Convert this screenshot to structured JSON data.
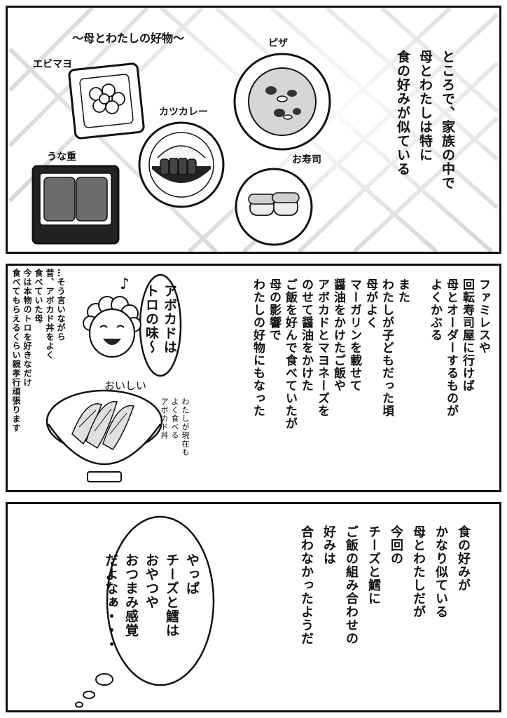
{
  "panel1": {
    "title": "〜母とわたしの好物〜",
    "labels": {
      "ebimayo": "エビマヨ",
      "pizza": "ピザ",
      "katsu_curry": "カツカレー",
      "unaju": "うな重",
      "sushi": "お寿司"
    },
    "narration": "ところで、家族の中で\n母とわたしは特に\n食の好みが似ている"
  },
  "panel2": {
    "narration": "ファミレスや\n回転寿司屋に行けば\n母とオーダーするものが\nよくかぶる\n\nまた\nわたしが子どもだった頃\n母がよく\nマーガリンを載せて\n醤油をかけたご飯や\nアボカドとマヨネーズを\nのせて醤油をかけた\nご飯を好んで食べていたが\n母の影響で\nわたしの好物にもなった",
    "speech": "アボカドは\nトロの味〜",
    "oishii": "おいしい",
    "music_note": "♪",
    "bowl_caption": "わたしが現在も\nよく食べる\nアボカド丼",
    "side_note": "…そう言いながら\n昔、アボカド丼をよく\n食べていた母\n今は本物のトロを好きなだけ\n食べてもらえるくらい親孝行頑張ります"
  },
  "panel3": {
    "narration": "食の好みが\nかなり似ている\n母とわたしだが\n今回の\nチーズと鱈に\nご飯の組み合わせの\n好みは\n合わなかったようだ",
    "thought": "やっぱ\nチーズと鱈は\nおやつや\nおつまみ感覚\nだよなぁ・・・"
  },
  "colors": {
    "ink": "#111111",
    "screentone": "#bdbdbd",
    "eel": "#6b6b6b"
  }
}
